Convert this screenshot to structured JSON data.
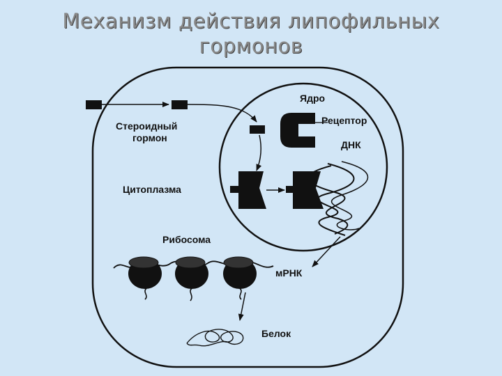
{
  "title": {
    "line1": "Механизм действия липофильных",
    "line2": "гормонов"
  },
  "labels": {
    "steroid_hormone_line1": "Стероидный",
    "steroid_hormone_line2": "гормон",
    "nucleus": "Ядро",
    "receptor": "Рецептор",
    "dna": "ДНК",
    "cytoplasm": "Цитоплазма",
    "ribosome": "Рибосома",
    "mrna": "мРНК",
    "protein": "Белок"
  },
  "colors": {
    "background": "#d2e6f6",
    "title": "#888888",
    "ink": "#111111"
  }
}
